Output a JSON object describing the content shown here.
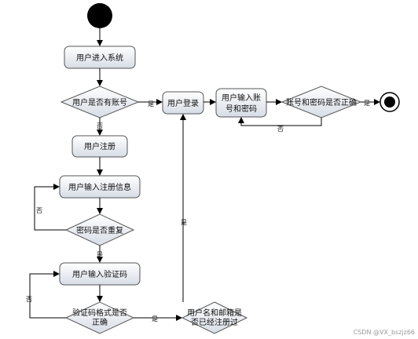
{
  "nodes": {
    "enter_system": "用户进入系统",
    "has_account": "用户是否有账号",
    "register": "用户注册",
    "input_reg_info": "用户输入注册信息",
    "pwd_repeat": "密码是否重复",
    "input_code": "用户输入验证码",
    "code_format_line1": "验证码格式是否",
    "code_format_line2": "正确",
    "name_mail_line1": "用户名和邮箱是",
    "name_mail_line2": "否已经注册过",
    "login": "用户登录",
    "input_account_line1": "用户输入账",
    "input_account_line2": "号和密码",
    "account_correct": "账号和密码是否正确"
  },
  "edges": {
    "yes": "是",
    "no": "否"
  },
  "watermark": "CSDN @VX_bszjz66"
}
